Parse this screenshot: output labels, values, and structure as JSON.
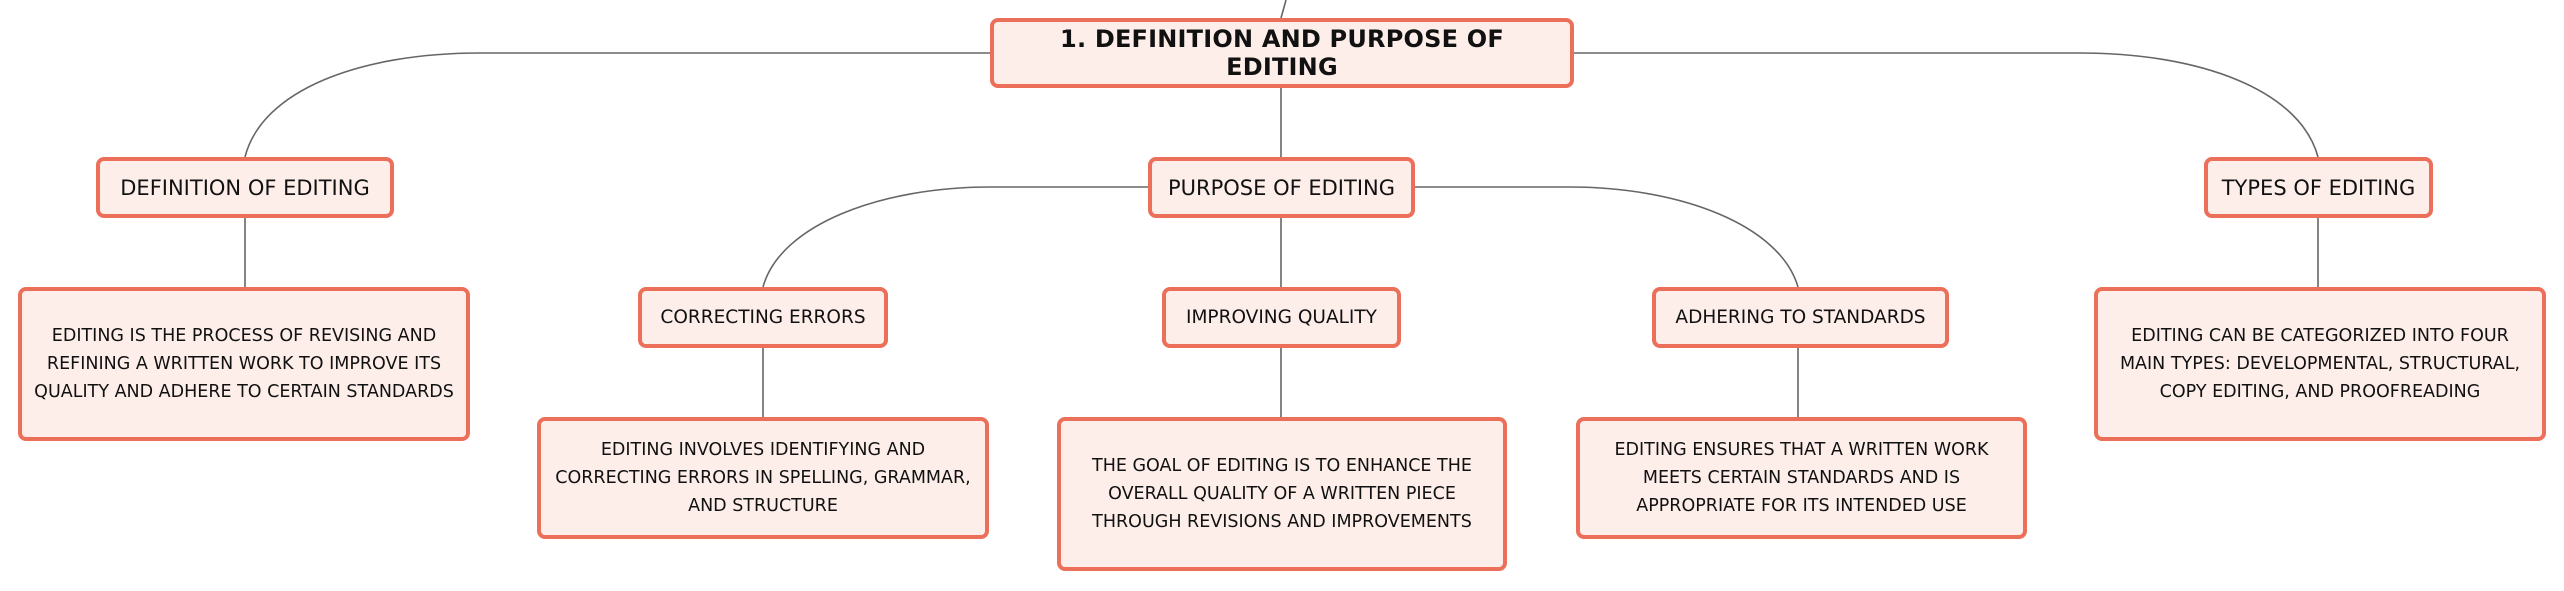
{
  "root": {
    "label": "1. DEFINITION AND PURPOSE OF EDITING"
  },
  "definition": {
    "label": "DEFINITION OF EDITING",
    "detail": "EDITING IS THE PROCESS OF REVISING AND REFINING A WRITTEN WORK TO IMPROVE ITS QUALITY AND ADHERE TO CERTAIN STANDARDS"
  },
  "purpose": {
    "label": "PURPOSE OF EDITING",
    "children": [
      {
        "label": "CORRECTING ERRORS",
        "detail": "EDITING INVOLVES IDENTIFYING AND CORRECTING ERRORS IN SPELLING, GRAMMAR, AND STRUCTURE"
      },
      {
        "label": "IMPROVING QUALITY",
        "detail": "THE GOAL OF EDITING IS TO ENHANCE THE OVERALL QUALITY OF A WRITTEN PIECE THROUGH REVISIONS AND IMPROVEMENTS"
      },
      {
        "label": "ADHERING TO STANDARDS",
        "detail": "EDITING ENSURES THAT A WRITTEN WORK MEETS CERTAIN STANDARDS AND IS APPROPRIATE FOR ITS INTENDED USE"
      }
    ]
  },
  "types": {
    "label": "TYPES OF EDITING",
    "detail": "EDITING CAN BE CATEGORIZED INTO FOUR MAIN TYPES: DEVELOPMENTAL, STRUCTURAL, COPY EDITING, AND PROOFREADING"
  },
  "colors": {
    "node_border": "#ec6f5a",
    "node_fill": "#fdeeea",
    "connector": "#666666"
  }
}
